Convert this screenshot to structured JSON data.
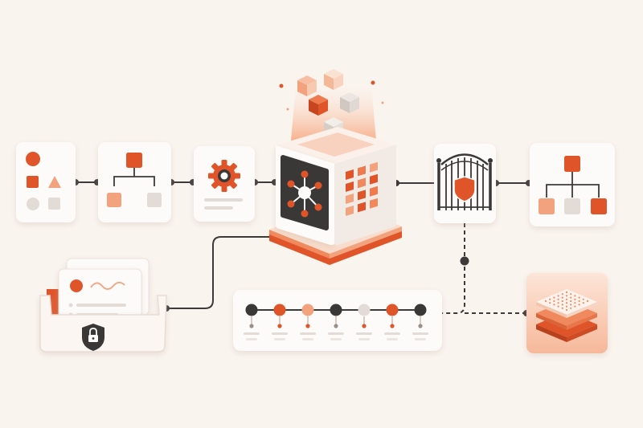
{
  "colors": {
    "background": "#faf4ef",
    "card": "#fdfbf9",
    "card_shadow": "#e9ddd3",
    "accent": "#e0542a",
    "accent_light": "#f3a27e",
    "accent_pale": "#f7cdb6",
    "grey_block": "#e3dcd6",
    "dark": "#3a3737",
    "line": "#3d3a3a"
  },
  "nodes": [
    {
      "id": "shapes-card",
      "icon": "shapes-icon"
    },
    {
      "id": "hierarchy-card-left",
      "icon": "hierarchy-icon"
    },
    {
      "id": "settings-card",
      "icon": "gear-icon"
    },
    {
      "id": "central-hub-cube",
      "icon": "network-hub-icon"
    },
    {
      "id": "gateway-card",
      "icon": "gate-shield-icon"
    },
    {
      "id": "hierarchy-card-right",
      "icon": "hierarchy-icon"
    },
    {
      "id": "secure-document-tray",
      "icon": "lock-icon"
    },
    {
      "id": "timeline-card",
      "icon": "timeline-icon"
    },
    {
      "id": "layered-stack-card",
      "icon": "layers-icon"
    }
  ],
  "timeline": {
    "points": [
      {
        "color": "dark"
      },
      {
        "color": "accent"
      },
      {
        "color": "accent_light"
      },
      {
        "color": "dark"
      },
      {
        "color": "grey_block"
      },
      {
        "color": "accent"
      },
      {
        "color": "dark"
      }
    ]
  }
}
